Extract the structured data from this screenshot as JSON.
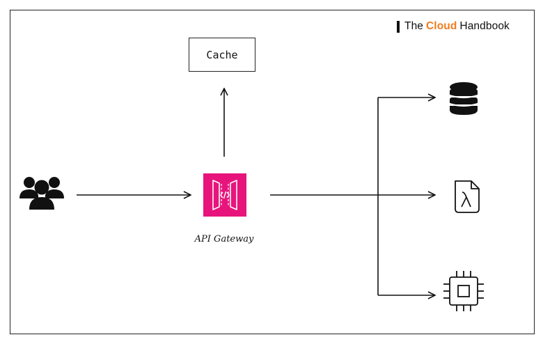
{
  "brand": {
    "prefix": "The",
    "accent": "Cloud",
    "suffix": "Handbook",
    "accent_color": "#F07D1E"
  },
  "nodes": {
    "cache": {
      "label": "Cache"
    },
    "api_gateway": {
      "label": "API Gateway",
      "color": "#E7157B",
      "icon": "api-gateway-icon"
    },
    "users": {
      "icon": "users-icon"
    },
    "database": {
      "icon": "database-icon"
    },
    "lambda": {
      "icon": "lambda-file-icon"
    },
    "compute": {
      "icon": "cpu-chip-icon"
    }
  }
}
